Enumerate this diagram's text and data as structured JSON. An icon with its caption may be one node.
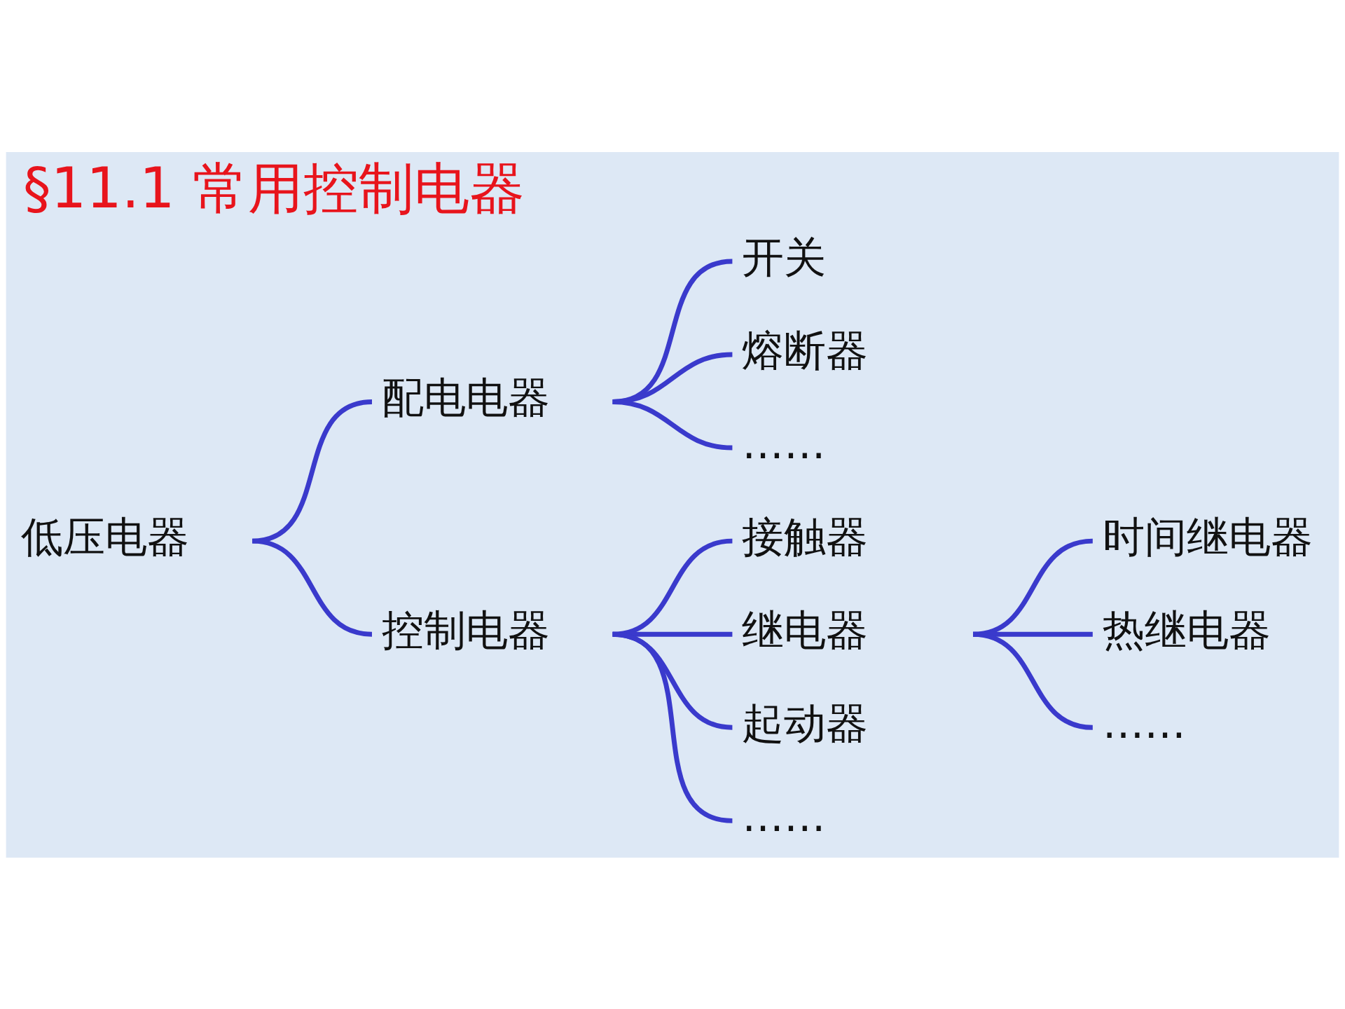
{
  "diagram": {
    "title": "§11.1 常用控制电器",
    "nodes": [
      {
        "text": [
          "低压电器"
        ]
      },
      {
        "text": [
          "配电电器"
        ]
      },
      {
        "text": [
          "开关"
        ]
      },
      {
        "text": [
          "熔断器"
        ]
      },
      {
        "text": [
          "……"
        ]
      },
      {
        "text": [
          "控制电器"
        ]
      },
      {
        "text": [
          "接触器"
        ]
      },
      {
        "text": [
          "继电器"
        ]
      },
      {
        "text": [
          "起动器"
        ]
      },
      {
        "text": [
          "……"
        ]
      },
      {
        "text": [
          "时间继电器"
        ]
      },
      {
        "text": [
          "热继电器"
        ]
      },
      {
        "text": [
          "……"
        ]
      }
    ],
    "edges": [
      {
        "from": 0,
        "to": 1,
        "arrow": "none"
      },
      {
        "from": 0,
        "to": 5,
        "arrow": "none"
      },
      {
        "from": 1,
        "to": 2,
        "arrow": "none"
      },
      {
        "from": 1,
        "to": 3,
        "arrow": "none"
      },
      {
        "from": 1,
        "to": 4,
        "arrow": "none"
      },
      {
        "from": 5,
        "to": 6,
        "arrow": "none"
      },
      {
        "from": 5,
        "to": 7,
        "arrow": "none"
      },
      {
        "from": 5,
        "to": 8,
        "arrow": "none"
      },
      {
        "from": 5,
        "to": 9,
        "arrow": "none"
      },
      {
        "from": 7,
        "to": 10,
        "arrow": "none"
      },
      {
        "from": 7,
        "to": 11,
        "arrow": "none"
      },
      {
        "from": 7,
        "to": 12,
        "arrow": "none"
      }
    ]
  }
}
